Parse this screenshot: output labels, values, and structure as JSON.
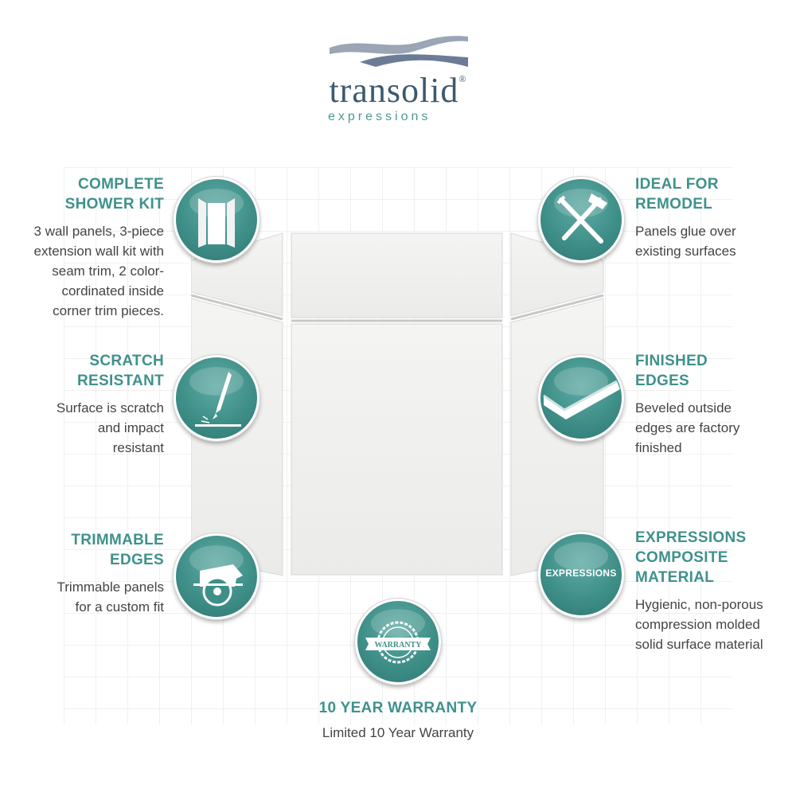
{
  "brand": {
    "name": "transolid",
    "registered": "®",
    "tagline": "expressions",
    "colors": {
      "teal": "#3f918c",
      "slate": "#3d5a6e",
      "text": "#444444"
    }
  },
  "features": {
    "shower_kit": {
      "title_line1": "COMPLETE",
      "title_line2": "SHOWER KIT",
      "desc_line1": "3 wall panels, 3-piece",
      "desc_line2": "extension wall kit with",
      "desc_line3": "seam trim, 2 color-",
      "desc_line4": "cordinated inside",
      "desc_line5": "corner trim pieces.",
      "icon": "shower-kit-icon"
    },
    "scratch": {
      "title_line1": "SCRATCH",
      "title_line2": "RESISTANT",
      "desc_line1": "Surface is scratch",
      "desc_line2": "and impact",
      "desc_line3": "resistant",
      "icon": "scalpel-icon"
    },
    "trimmable": {
      "title_line1": "TRIMMABLE",
      "title_line2": "EDGES",
      "desc_line1": "Trimmable panels",
      "desc_line2": "for a custom fit",
      "icon": "circular-saw-icon"
    },
    "remodel": {
      "title_line1": "IDEAL FOR",
      "title_line2": "REMODEL",
      "desc_line1": "Panels glue over",
      "desc_line2": "existing surfaces",
      "icon": "tools-icon"
    },
    "edges": {
      "title_line1": "FINISHED",
      "title_line2": "EDGES",
      "desc_line1": "Beveled outside",
      "desc_line2": "edges are factory",
      "desc_line3": "finished",
      "icon": "beveled-edge-icon"
    },
    "composite": {
      "title_line1": "EXPRESSIONS",
      "title_line2": "COMPOSITE",
      "title_line3": "MATERIAL",
      "desc_line1": "Hygienic, non-porous",
      "desc_line2": "compression molded",
      "desc_line3": "solid surface material",
      "icon_text": "EXPRESSIONS"
    },
    "warranty": {
      "title": "10 YEAR WARRANTY",
      "desc": "Limited 10 Year Warranty",
      "badge_text": "WARRANTY",
      "icon": "warranty-badge-icon"
    }
  }
}
